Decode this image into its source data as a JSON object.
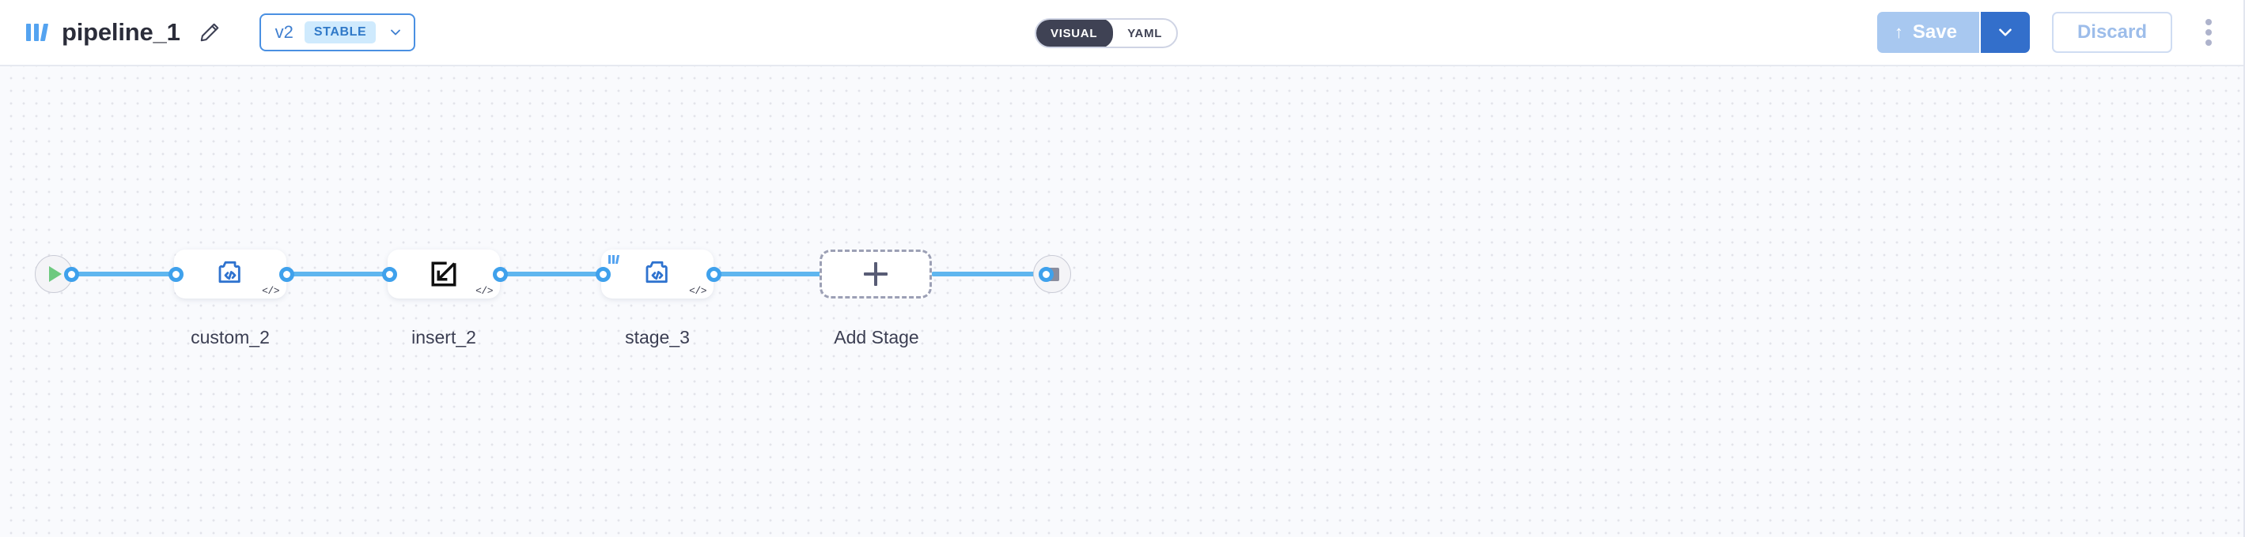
{
  "header": {
    "brand_icon": "bars-logo-icon",
    "pipeline_title": "pipeline_1",
    "edit_icon": "pencil-icon",
    "version": {
      "label": "v2",
      "badge": "STABLE",
      "chevron_icon": "chevron-down-icon"
    },
    "view_toggle": {
      "options": [
        {
          "label": "VISUAL",
          "active": true
        },
        {
          "label": "YAML",
          "active": false
        }
      ]
    },
    "actions": {
      "save_label": "Save",
      "save_icon": "upload-arrow-icon",
      "save_caret_icon": "chevron-down-icon",
      "discard_label": "Discard",
      "overflow_icon": "kebab-menu-icon"
    },
    "colors": {
      "brand_blue": "#54a3f0",
      "accent_blue": "#4a90e2",
      "save_bg": "#a8c8f0",
      "save_caret_bg": "#336fcb",
      "badge_bg": "#cfeafd",
      "toggle_active_bg": "#3f4254"
    }
  },
  "canvas": {
    "background": "#f9fafd",
    "dot_color": "#e2e3ea",
    "edge_color": "#5fb6ef",
    "port_color": "#3fa1ec",
    "nodes": [
      {
        "id": "start",
        "type": "start-endpoint",
        "icon": "play-icon",
        "label": ""
      },
      {
        "id": "custom_2",
        "type": "stage",
        "icon": "puzzle-code-icon",
        "badge": "</>",
        "has_mini_logo": false,
        "label": "custom_2"
      },
      {
        "id": "insert_2",
        "type": "stage",
        "icon": "insert-arrow-icon",
        "badge": "</>",
        "has_mini_logo": false,
        "label": "insert_2"
      },
      {
        "id": "stage_3",
        "type": "stage",
        "icon": "puzzle-code-icon",
        "badge": "</>",
        "has_mini_logo": true,
        "label": "stage_3"
      },
      {
        "id": "add_stage",
        "type": "add-stage",
        "icon": "plus-icon",
        "label": "Add Stage"
      },
      {
        "id": "end",
        "type": "end-endpoint",
        "icon": "stop-icon",
        "label": ""
      }
    ]
  }
}
